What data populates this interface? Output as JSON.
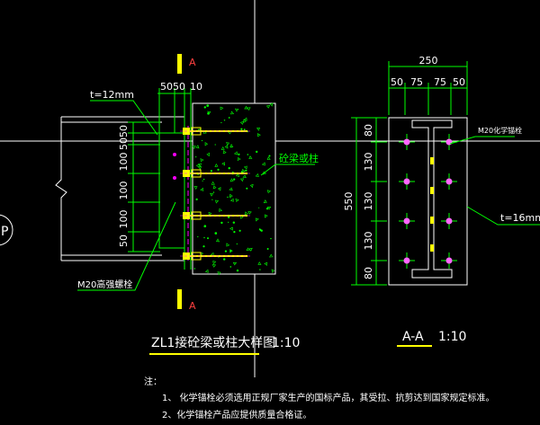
{
  "left_view": {
    "dims_top": [
      "50",
      "50",
      "10"
    ],
    "dims_left": [
      "50",
      "50",
      "100",
      "100",
      "100",
      "50"
    ],
    "plate_thickness": "t=12mm",
    "concrete_label": "砼梁或柱",
    "bolt_label": "M20高强螺栓",
    "section_mark": "A"
  },
  "right_view": {
    "total_width": "250",
    "dims_top": [
      "50",
      "75",
      "75",
      "50"
    ],
    "total_height": "550",
    "dims_left": [
      "80",
      "130",
      "130",
      "130",
      "80"
    ],
    "bolt_label": "M20化学锚栓",
    "plate_thickness": "t=16mm"
  },
  "titles": {
    "main": "ZL1接砼梁或柱大样图",
    "main_scale": "1:10",
    "section": "A-A",
    "section_scale": "1:10"
  },
  "notes": {
    "heading": "注：",
    "items": [
      "1、 化学锚栓必须选用正规厂家生产的国标产品，其受拉、抗剪达到国家规定标准。",
      "2、化学锚栓产品应提供质量合格证。"
    ]
  },
  "edge_label": "P",
  "colors": {
    "background": "#000000",
    "lines": "#ffffff",
    "dims": "#00ff00",
    "bolts": "#ffff00",
    "plate": "#ff00ff",
    "concrete": "#00ff00"
  }
}
